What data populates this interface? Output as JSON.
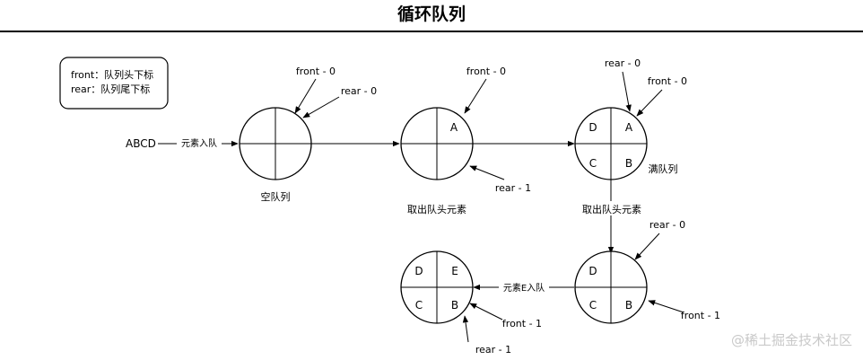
{
  "title": "循环队列",
  "legend": {
    "line1": "front：队列头下标",
    "line2": "rear：队列尾下标"
  },
  "input_label": "ABCD",
  "edge_labels": {
    "enqueue": "元素入队",
    "enqueue_e": "元素E入队"
  },
  "queues": {
    "q1": {
      "caption": "空队列",
      "cells": {
        "tr": "",
        "br": "",
        "bl": "",
        "tl": ""
      },
      "front": "front - 0",
      "rear": "rear - 0"
    },
    "q2": {
      "caption": "取出队头元素",
      "cells": {
        "tr": "A",
        "br": "",
        "bl": "",
        "tl": ""
      },
      "front": "front - 0",
      "rear": "rear - 1"
    },
    "q3": {
      "caption": "满队列",
      "cells": {
        "tr": "A",
        "br": "B",
        "bl": "C",
        "tl": "D"
      },
      "front": "front - 0",
      "rear": "rear - 0",
      "edge_down": "取出队头元素"
    },
    "q4": {
      "cells": {
        "tr": "",
        "br": "B",
        "bl": "C",
        "tl": "D"
      },
      "front": "front - 1",
      "rear": "rear - 0"
    },
    "q5": {
      "cells": {
        "tr": "E",
        "br": "B",
        "bl": "C",
        "tl": "D"
      },
      "front": "front - 1",
      "rear": "rear - 1"
    }
  },
  "watermark": "@稀土掘金技术社区"
}
